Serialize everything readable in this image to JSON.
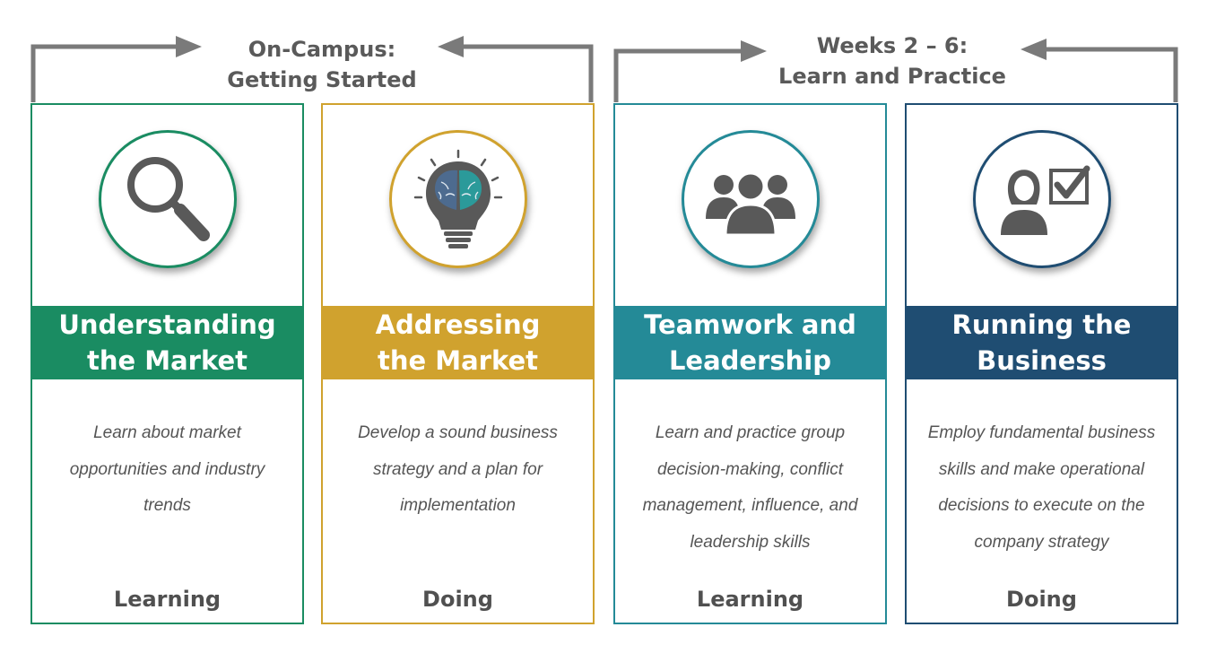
{
  "groups": [
    {
      "title": "On-Campus:\nGetting Started"
    },
    {
      "title": "Weeks 2 – 6:\nLearn and Practice"
    }
  ],
  "cards": [
    {
      "title": "Understanding\nthe Market",
      "description": "Learn about market opportunities and industry trends",
      "mode": "Learning",
      "color": "#1a8c62",
      "icon": "magnifying-glass-icon"
    },
    {
      "title": "Addressing\nthe Market",
      "description": "Develop a sound business strategy and a plan for implementation",
      "mode": "Doing",
      "color": "#d0a22e",
      "icon": "lightbulb-brain-icon"
    },
    {
      "title": "Teamwork and\nLeadership",
      "description": "Learn and practice group decision-making, conflict management, influence, and leadership skills",
      "mode": "Learning",
      "color": "#248a97",
      "icon": "team-icon"
    },
    {
      "title": "Running the\nBusiness",
      "description": "Employ fundamental business skills and make operational decisions to execute on the company strategy",
      "mode": "Doing",
      "color": "#1f4d72",
      "icon": "person-checkbox-icon"
    }
  ],
  "colors": {
    "bracket": "#777777",
    "icon": "#595959",
    "text": "#555555"
  }
}
